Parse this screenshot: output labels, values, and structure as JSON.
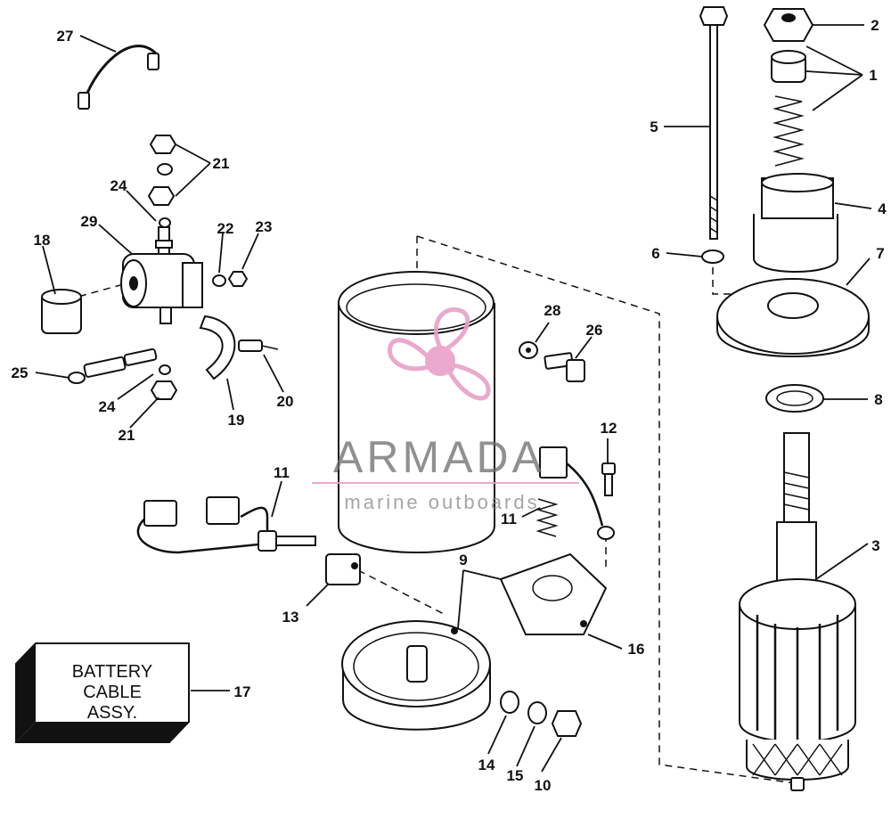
{
  "watermark": {
    "brand": "ARMADA",
    "tagline": "marine outboards",
    "accent_color": "#e8a0c8",
    "icon": "propeller-icon"
  },
  "battery_box": {
    "line1": "BATTERY",
    "line2": "CABLE",
    "line3": "ASSY."
  },
  "callouts": {
    "c1": "1",
    "c2": "2",
    "c3": "3",
    "c4": "4",
    "c5": "5",
    "c6": "6",
    "c7": "7",
    "c8": "8",
    "c9": "9",
    "c10": "10",
    "c11a": "11",
    "c11b": "11",
    "c12": "12",
    "c13": "13",
    "c14": "14",
    "c15": "15",
    "c16": "16",
    "c17": "17",
    "c18": "18",
    "c19": "19",
    "c20": "20",
    "c21a": "21",
    "c21b": "21",
    "c22": "22",
    "c23": "23",
    "c24a": "24",
    "c24b": "24",
    "c25": "25",
    "c26": "26",
    "c27": "27",
    "c28": "28",
    "c29": "29"
  }
}
